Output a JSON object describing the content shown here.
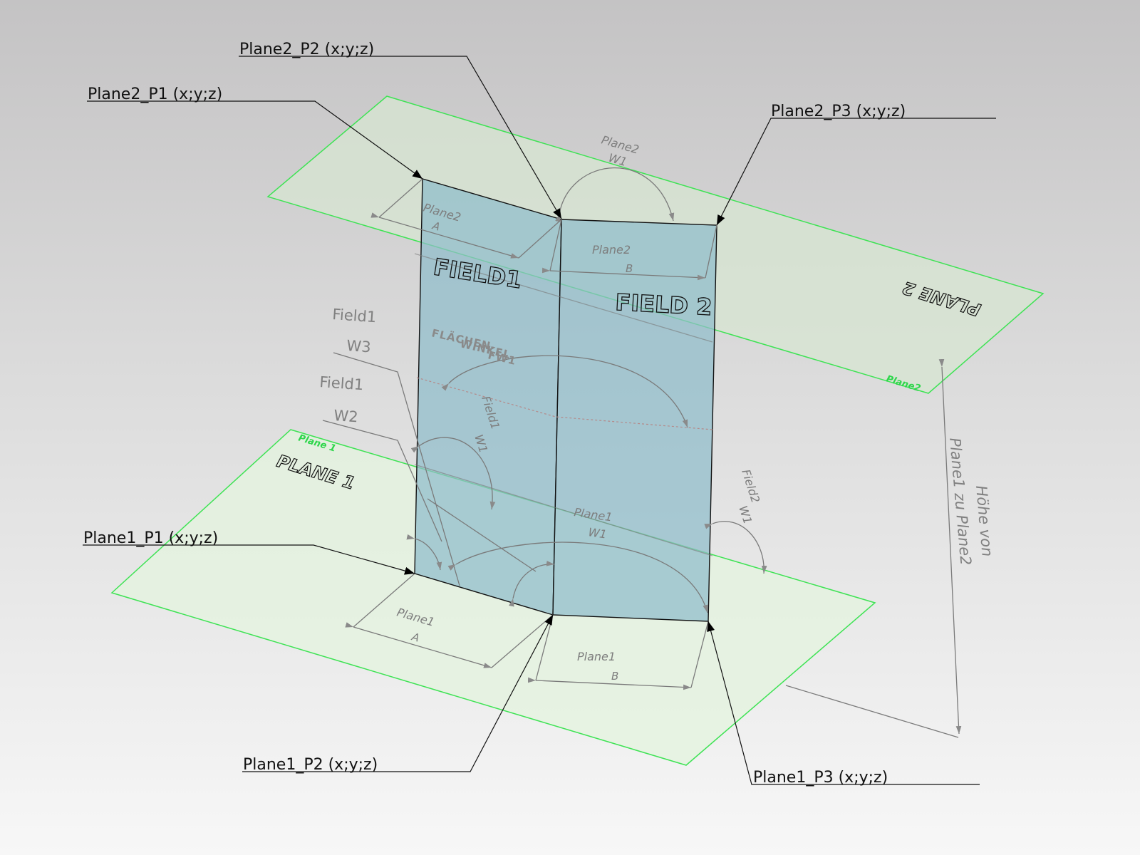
{
  "callouts": {
    "plane2_p2": "Plane2_P2 (x;y;z)",
    "plane2_p1": "Plane2_P1 (x;y;z)",
    "plane2_p3": "Plane2_P3 (x;y;z)",
    "plane1_p1": "Plane1_P1 (x;y;z)",
    "plane1_p2": "Plane1_P2 (x;y;z)",
    "plane1_p3": "Plane1_P3 (x;y;z)"
  },
  "planes": {
    "plane2_title": "PLANE 2",
    "plane1_title": "PLANE 1",
    "plane2_edge_label": "Plane2",
    "plane1_edge_label": "Plane 1"
  },
  "fields": {
    "field1": "FIELD1",
    "field2": "FIELD 2"
  },
  "dimensions": {
    "plane2_w1_name": "Plane2",
    "plane2_w1_value": "W1",
    "plane2_a_name": "Plane2",
    "plane2_a_value": "A",
    "plane2_b_name": "Plane2",
    "plane2_b_value": "B",
    "field1_w3_name": "Field1",
    "field1_w3_value": "W3",
    "field1_w2_name": "Field1",
    "field1_w2_value": "W2",
    "fw_line1": "FLÄCHEN-",
    "fw_line2": "WINKEL",
    "fw_line3": "FW1",
    "field1_w1_name": "Field1",
    "field1_w1_value": "W1",
    "field2_w1_name": "Field2",
    "field2_w1_value": "W1",
    "plane1_w1_name": "Plane1",
    "plane1_w1_value": "W1",
    "plane1_a_name": "Plane1",
    "plane1_a_value": "A",
    "plane1_b_name": "Plane1",
    "plane1_b_value": "B",
    "height_line1": "Höhe von",
    "height_line2": "Plane1 zu Plane2"
  },
  "colors": {
    "plane_fill": "#e4f3df",
    "plane_edge": "#39e24f",
    "field_fill": "#9cc3cf",
    "dim_grey": "#7a7a7a"
  }
}
